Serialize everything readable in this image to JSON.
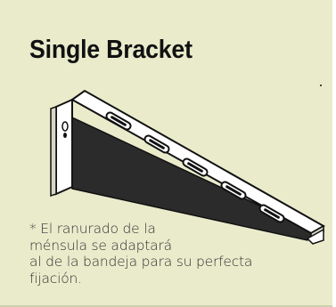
{
  "title": "Single Bracket",
  "note": "* El ranurado de la\nménsula se adaptará\nal de la bandeja para su perfecta\nfijación.",
  "colors": {
    "panel_background": "#e9ebcb",
    "text": "#111111",
    "illustration_fill": "#ffffff",
    "illustration_stroke": "#111111"
  },
  "illustration": {
    "icon": "single-bracket-illustration",
    "slot_count": 5
  }
}
